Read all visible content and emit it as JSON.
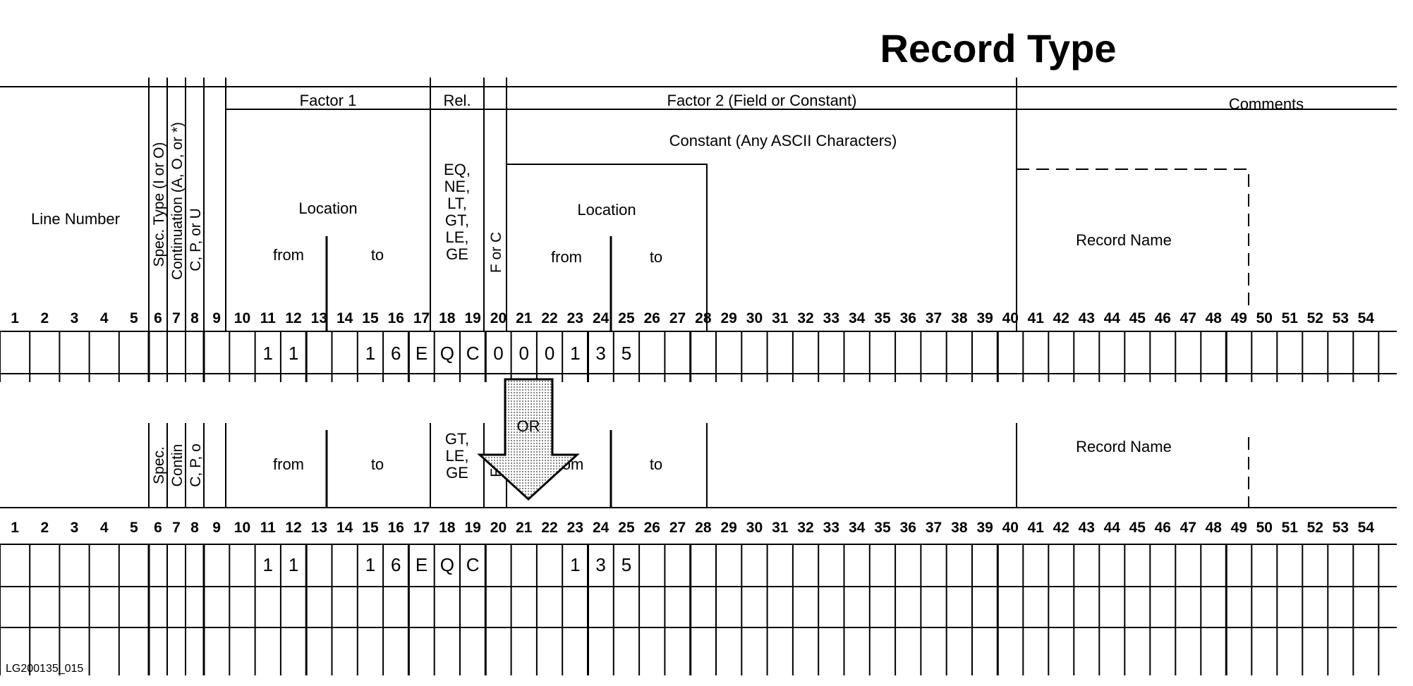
{
  "title": "Record Type",
  "top_form": {
    "headers": {
      "line_number": "Line Number",
      "spec_type": "Spec. Type (I or O)",
      "continuation": "Continuation (A, O, or *)",
      "cpu": "C, P, or U",
      "factor1": "Factor 1",
      "location": "Location",
      "from": "from",
      "to": "to",
      "rel": "Rel.",
      "rel_ops": [
        "EQ,",
        "NE,",
        "LT,",
        "GT,",
        "LE,",
        "GE"
      ],
      "f_or_c": "F or C",
      "factor2": "Factor 2 (Field or Constant)",
      "constant": "Constant (Any ASCII Characters)",
      "location2": "Location",
      "from2": "from",
      "to2": "to",
      "comments": "Comments",
      "record_name": "Record Name"
    },
    "entries": [
      {
        "col": 11,
        "text": "1"
      },
      {
        "col": 12,
        "text": "1"
      },
      {
        "col": 15,
        "text": "1"
      },
      {
        "col": 16,
        "text": "6"
      },
      {
        "col": 17,
        "text": "E"
      },
      {
        "col": 18,
        "text": "Q"
      },
      {
        "col": 19,
        "text": "C"
      },
      {
        "col": 20,
        "text": "0"
      },
      {
        "col": 21,
        "text": "0"
      },
      {
        "col": 22,
        "text": "0"
      },
      {
        "col": 23,
        "text": "1"
      },
      {
        "col": 24,
        "text": "3"
      },
      {
        "col": 25,
        "text": "5"
      }
    ]
  },
  "bottom_form": {
    "headers": {
      "spec": "Spec.",
      "contin": "Contin",
      "cpo": "C, P, o",
      "from": "from",
      "to": "to",
      "rel_ops": [
        "GT,",
        "LE,",
        "GE"
      ],
      "f_c": "F C",
      "from2": "om",
      "to2": "to",
      "record_name": "Record Name"
    },
    "entries": [
      {
        "col": 11,
        "text": "1"
      },
      {
        "col": 12,
        "text": "1"
      },
      {
        "col": 15,
        "text": "1"
      },
      {
        "col": 16,
        "text": "6"
      },
      {
        "col": 17,
        "text": "E"
      },
      {
        "col": 18,
        "text": "Q"
      },
      {
        "col": 19,
        "text": "C"
      },
      {
        "col": 23,
        "text": "1"
      },
      {
        "col": 24,
        "text": "3"
      },
      {
        "col": 25,
        "text": "5"
      }
    ]
  },
  "arrow": {
    "label": "OR",
    "fill": "#c8c8c8"
  },
  "figure_code": "LG200135_015"
}
